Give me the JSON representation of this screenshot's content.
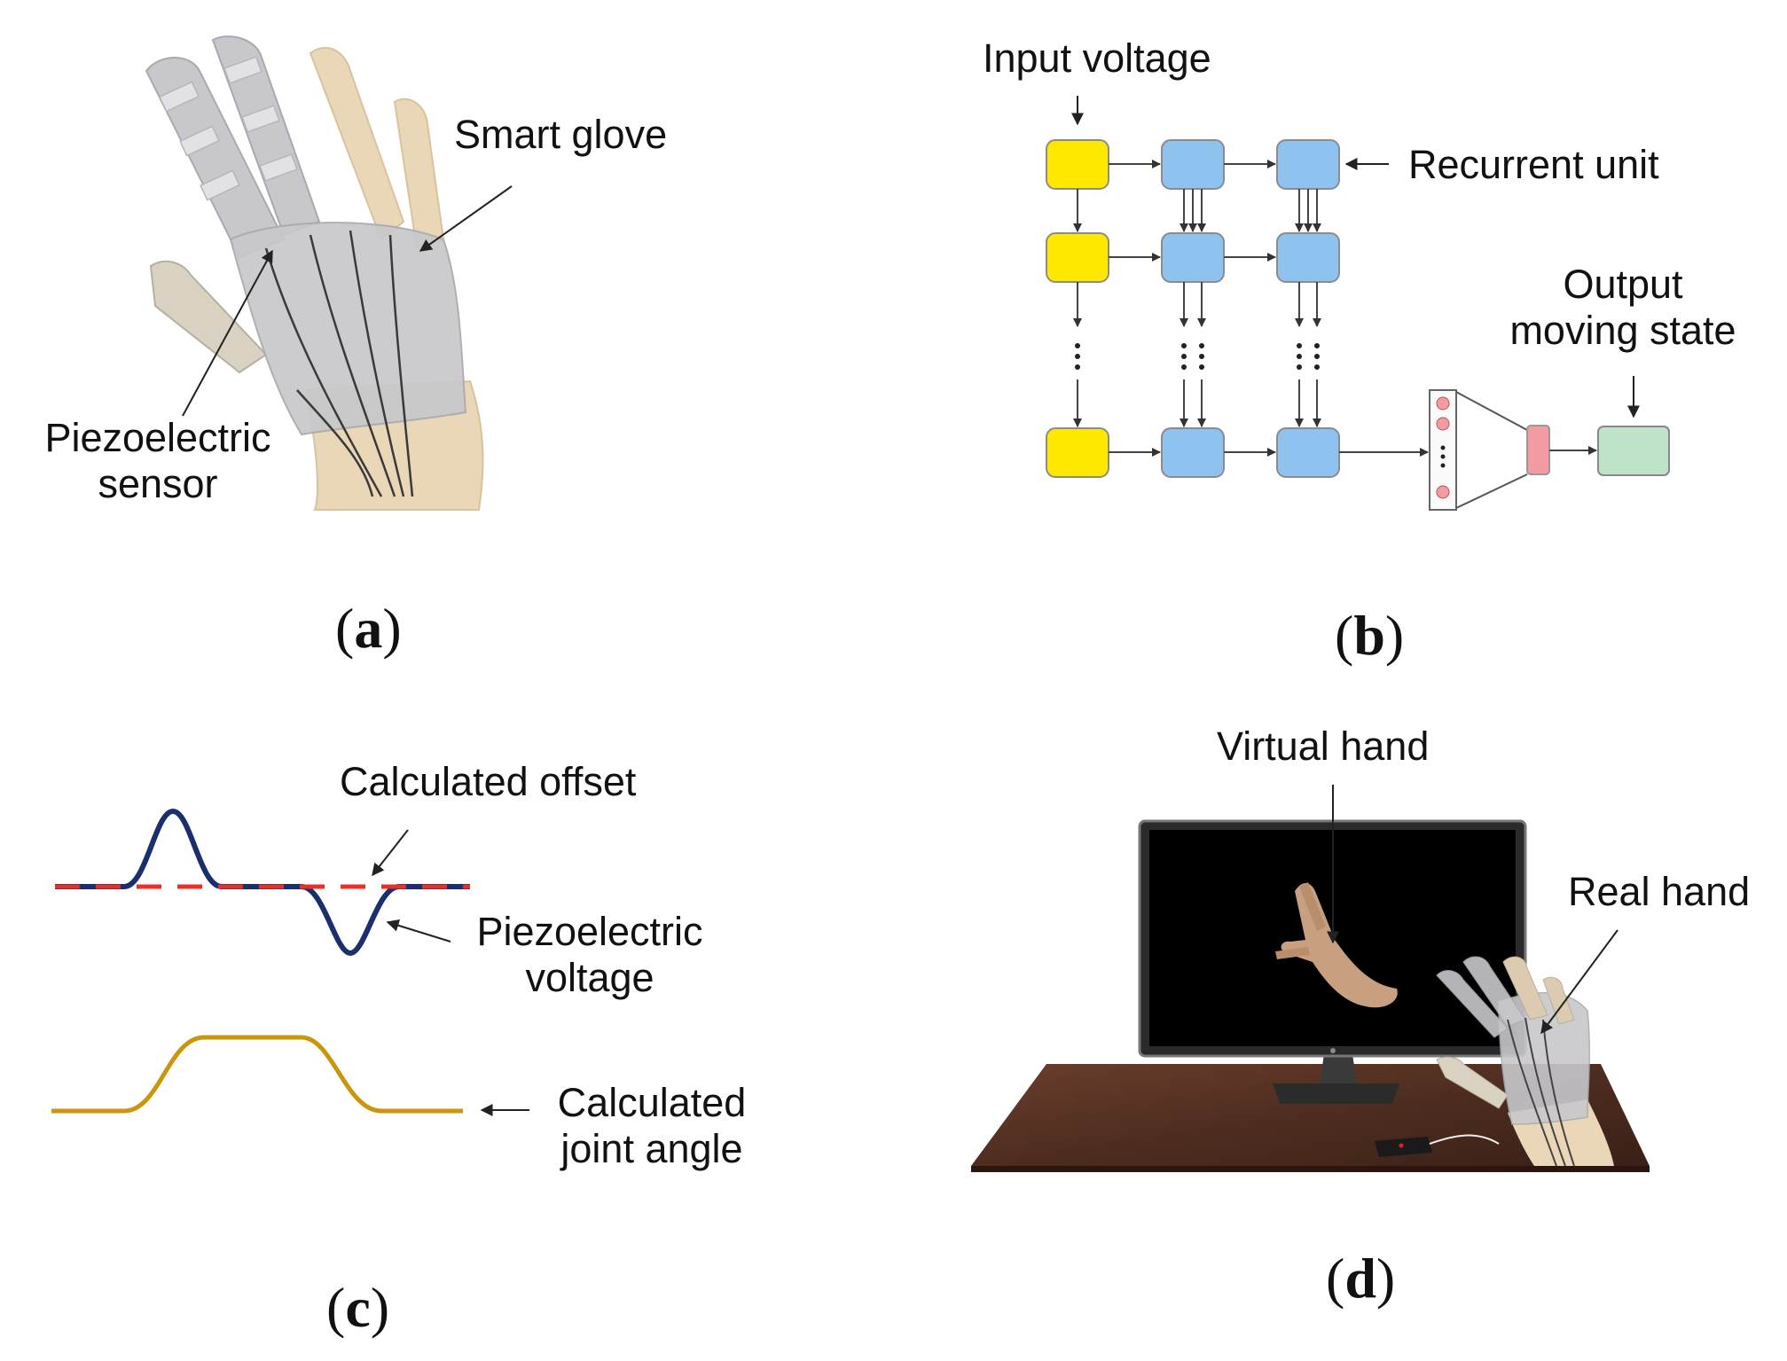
{
  "panels": {
    "a": {
      "caption_open": "(",
      "caption_letter": "a",
      "caption_close": ")",
      "labels": {
        "smart_glove": "Smart glove",
        "piezo_line1": "Piezoelectric",
        "piezo_line2": "sensor"
      }
    },
    "b": {
      "caption_open": "(",
      "caption_letter": "b",
      "caption_close": ")",
      "labels": {
        "input_voltage": "Input voltage",
        "recurrent_unit": "Recurrent unit",
        "output_line1": "Output",
        "output_line2": "moving state"
      }
    },
    "c": {
      "caption_open": "(",
      "caption_letter": "c",
      "caption_close": ")",
      "labels": {
        "calculated_offset": "Calculated offset",
        "piezo_voltage_line1": "Piezoelectric",
        "piezo_voltage_line2": "voltage",
        "joint_angle_line1": "Calculated",
        "joint_angle_line2": "joint angle"
      }
    },
    "d": {
      "caption_open": "(",
      "caption_letter": "d",
      "caption_close": ")",
      "labels": {
        "virtual_hand": "Virtual hand",
        "real_hand": "Real hand"
      }
    }
  },
  "colors": {
    "input_node": "#FFE800",
    "recurrent_node": "#8DC3EE",
    "dense_node": "#F29BA0",
    "output_node": "#BFE3C9",
    "voltage_curve": "#1A2F6E",
    "offset_line": "#E8302A",
    "joint_angle_curve": "#C9960C",
    "glove": "#C8C8CC",
    "skin": "#EAD7B7",
    "monitor_screen": "#000000",
    "table_top": "#4E2D20"
  }
}
